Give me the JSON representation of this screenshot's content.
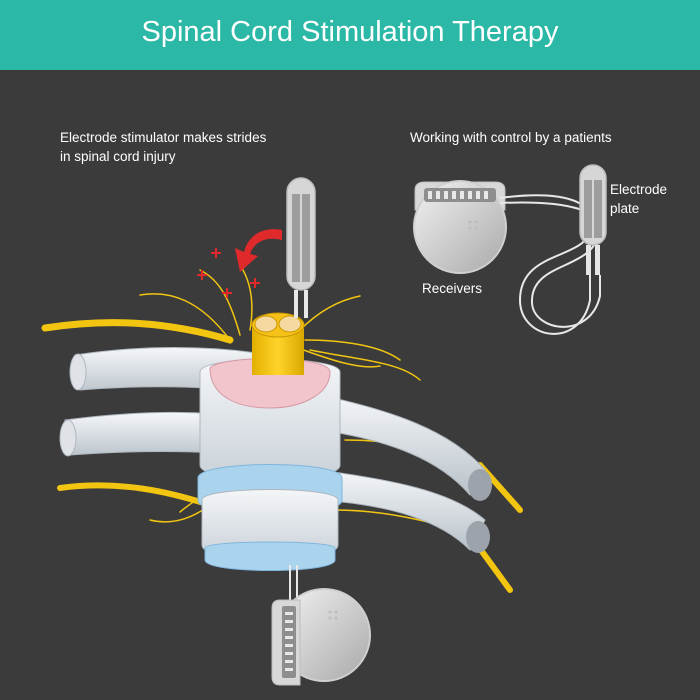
{
  "header": {
    "title": "Spinal Cord Stimulation Therapy"
  },
  "captions": {
    "left_line1": "Electrode stimulator makes strides",
    "left_line2": "in spinal cord injury",
    "right": "Working with control by a patients"
  },
  "labels": {
    "electrode_line1": "Electrode",
    "electrode_line2": "plate",
    "receivers": "Receivers"
  },
  "colors": {
    "header_bg": "#2cb8a6",
    "background": "#3b3b3b",
    "nerve": "#f2c511",
    "arrow": "#e0292b",
    "disc": "#aad4ee"
  }
}
